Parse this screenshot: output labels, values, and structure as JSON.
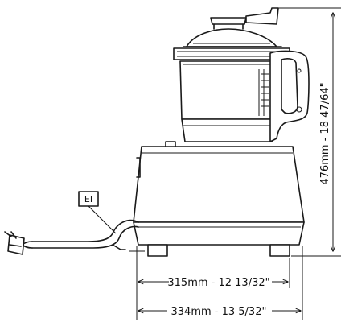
{
  "dimensions": {
    "height_label": "476mm - 18 47/64\"",
    "base_width_label": "315mm - 12 13/32\"",
    "total_width_label": "334mm - 13 5/32\""
  },
  "callout": {
    "label": "EI"
  },
  "colors": {
    "line": "#1a1a1a",
    "background": "#ffffff"
  }
}
